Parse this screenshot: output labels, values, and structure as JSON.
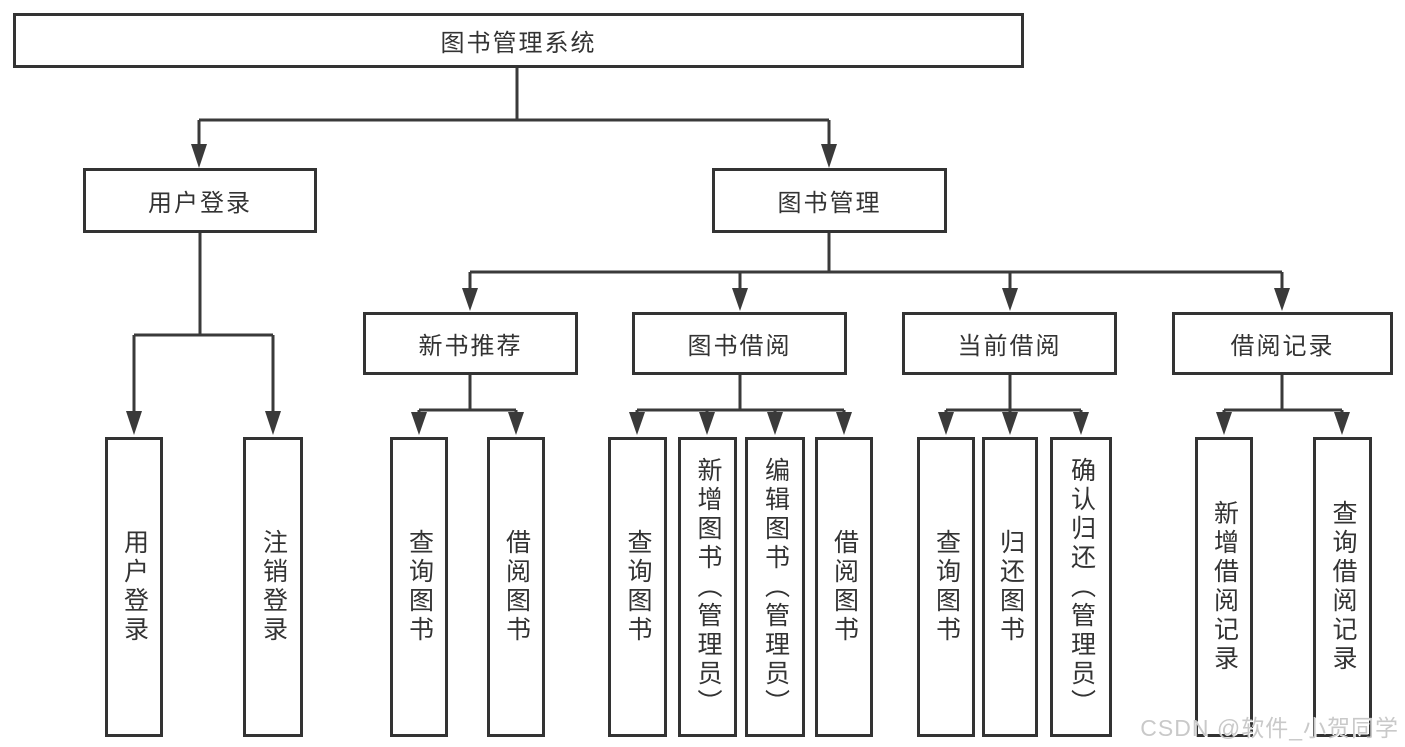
{
  "diagram_title": "图书管理系统",
  "tree": {
    "label": "图书管理系统",
    "children": [
      {
        "label": "用户登录",
        "children": [
          {
            "label": "用户登录"
          },
          {
            "label": "注销登录"
          }
        ]
      },
      {
        "label": "图书管理",
        "children": [
          {
            "label": "新书推荐",
            "children": [
              {
                "label": "查询图书"
              },
              {
                "label": "借阅图书"
              }
            ]
          },
          {
            "label": "图书借阅",
            "children": [
              {
                "label": "查询图书"
              },
              {
                "label": "新增图书（管理员）"
              },
              {
                "label": "编辑图书（管理员）"
              },
              {
                "label": "借阅图书"
              }
            ]
          },
          {
            "label": "当前借阅",
            "children": [
              {
                "label": "查询图书"
              },
              {
                "label": "归还图书"
              },
              {
                "label": "确认归还（管理员）"
              }
            ]
          },
          {
            "label": "借阅记录",
            "children": [
              {
                "label": "新增借阅记录"
              },
              {
                "label": "查询借阅记录"
              }
            ]
          }
        ]
      }
    ]
  },
  "watermark": {
    "text": "CSDN @软件_小贺同学"
  },
  "colors": {
    "line": "#3a3a3a",
    "box_border": "#333333",
    "box_background": "#ffffff",
    "text": "#333333",
    "watermark": "#c9c9c9"
  }
}
